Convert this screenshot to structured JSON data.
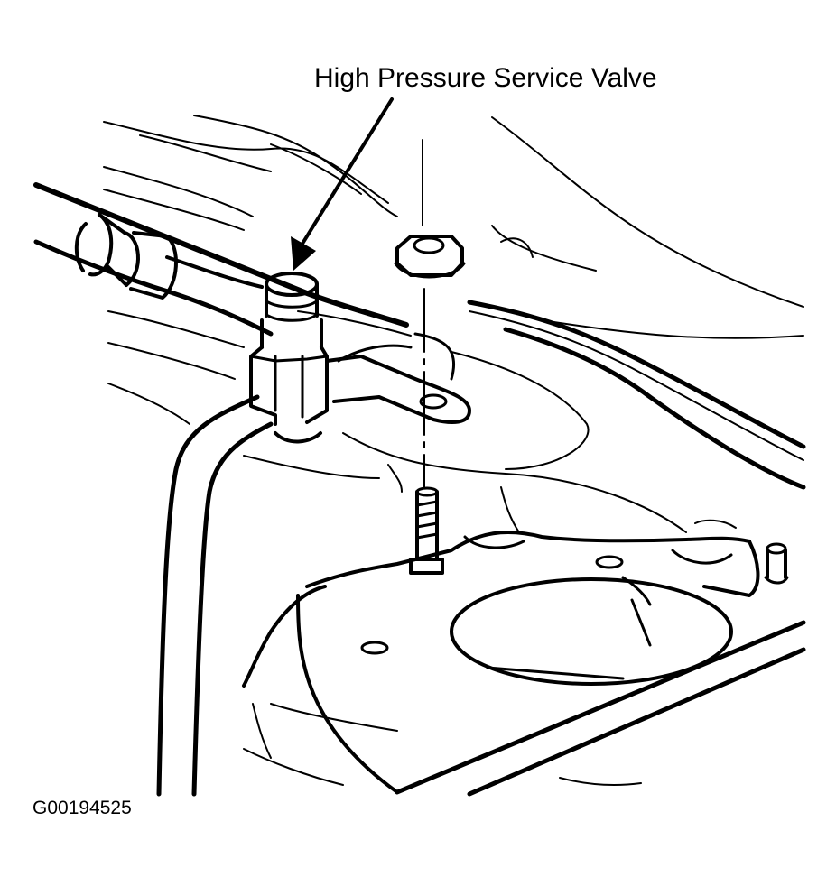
{
  "diagram": {
    "callouts": [
      {
        "id": "high-pressure-service-valve",
        "label": "High Pressure Service Valve"
      }
    ],
    "figure_id": "G00194525",
    "colors": {
      "ink": "#000000",
      "paper": "#ffffff"
    }
  }
}
